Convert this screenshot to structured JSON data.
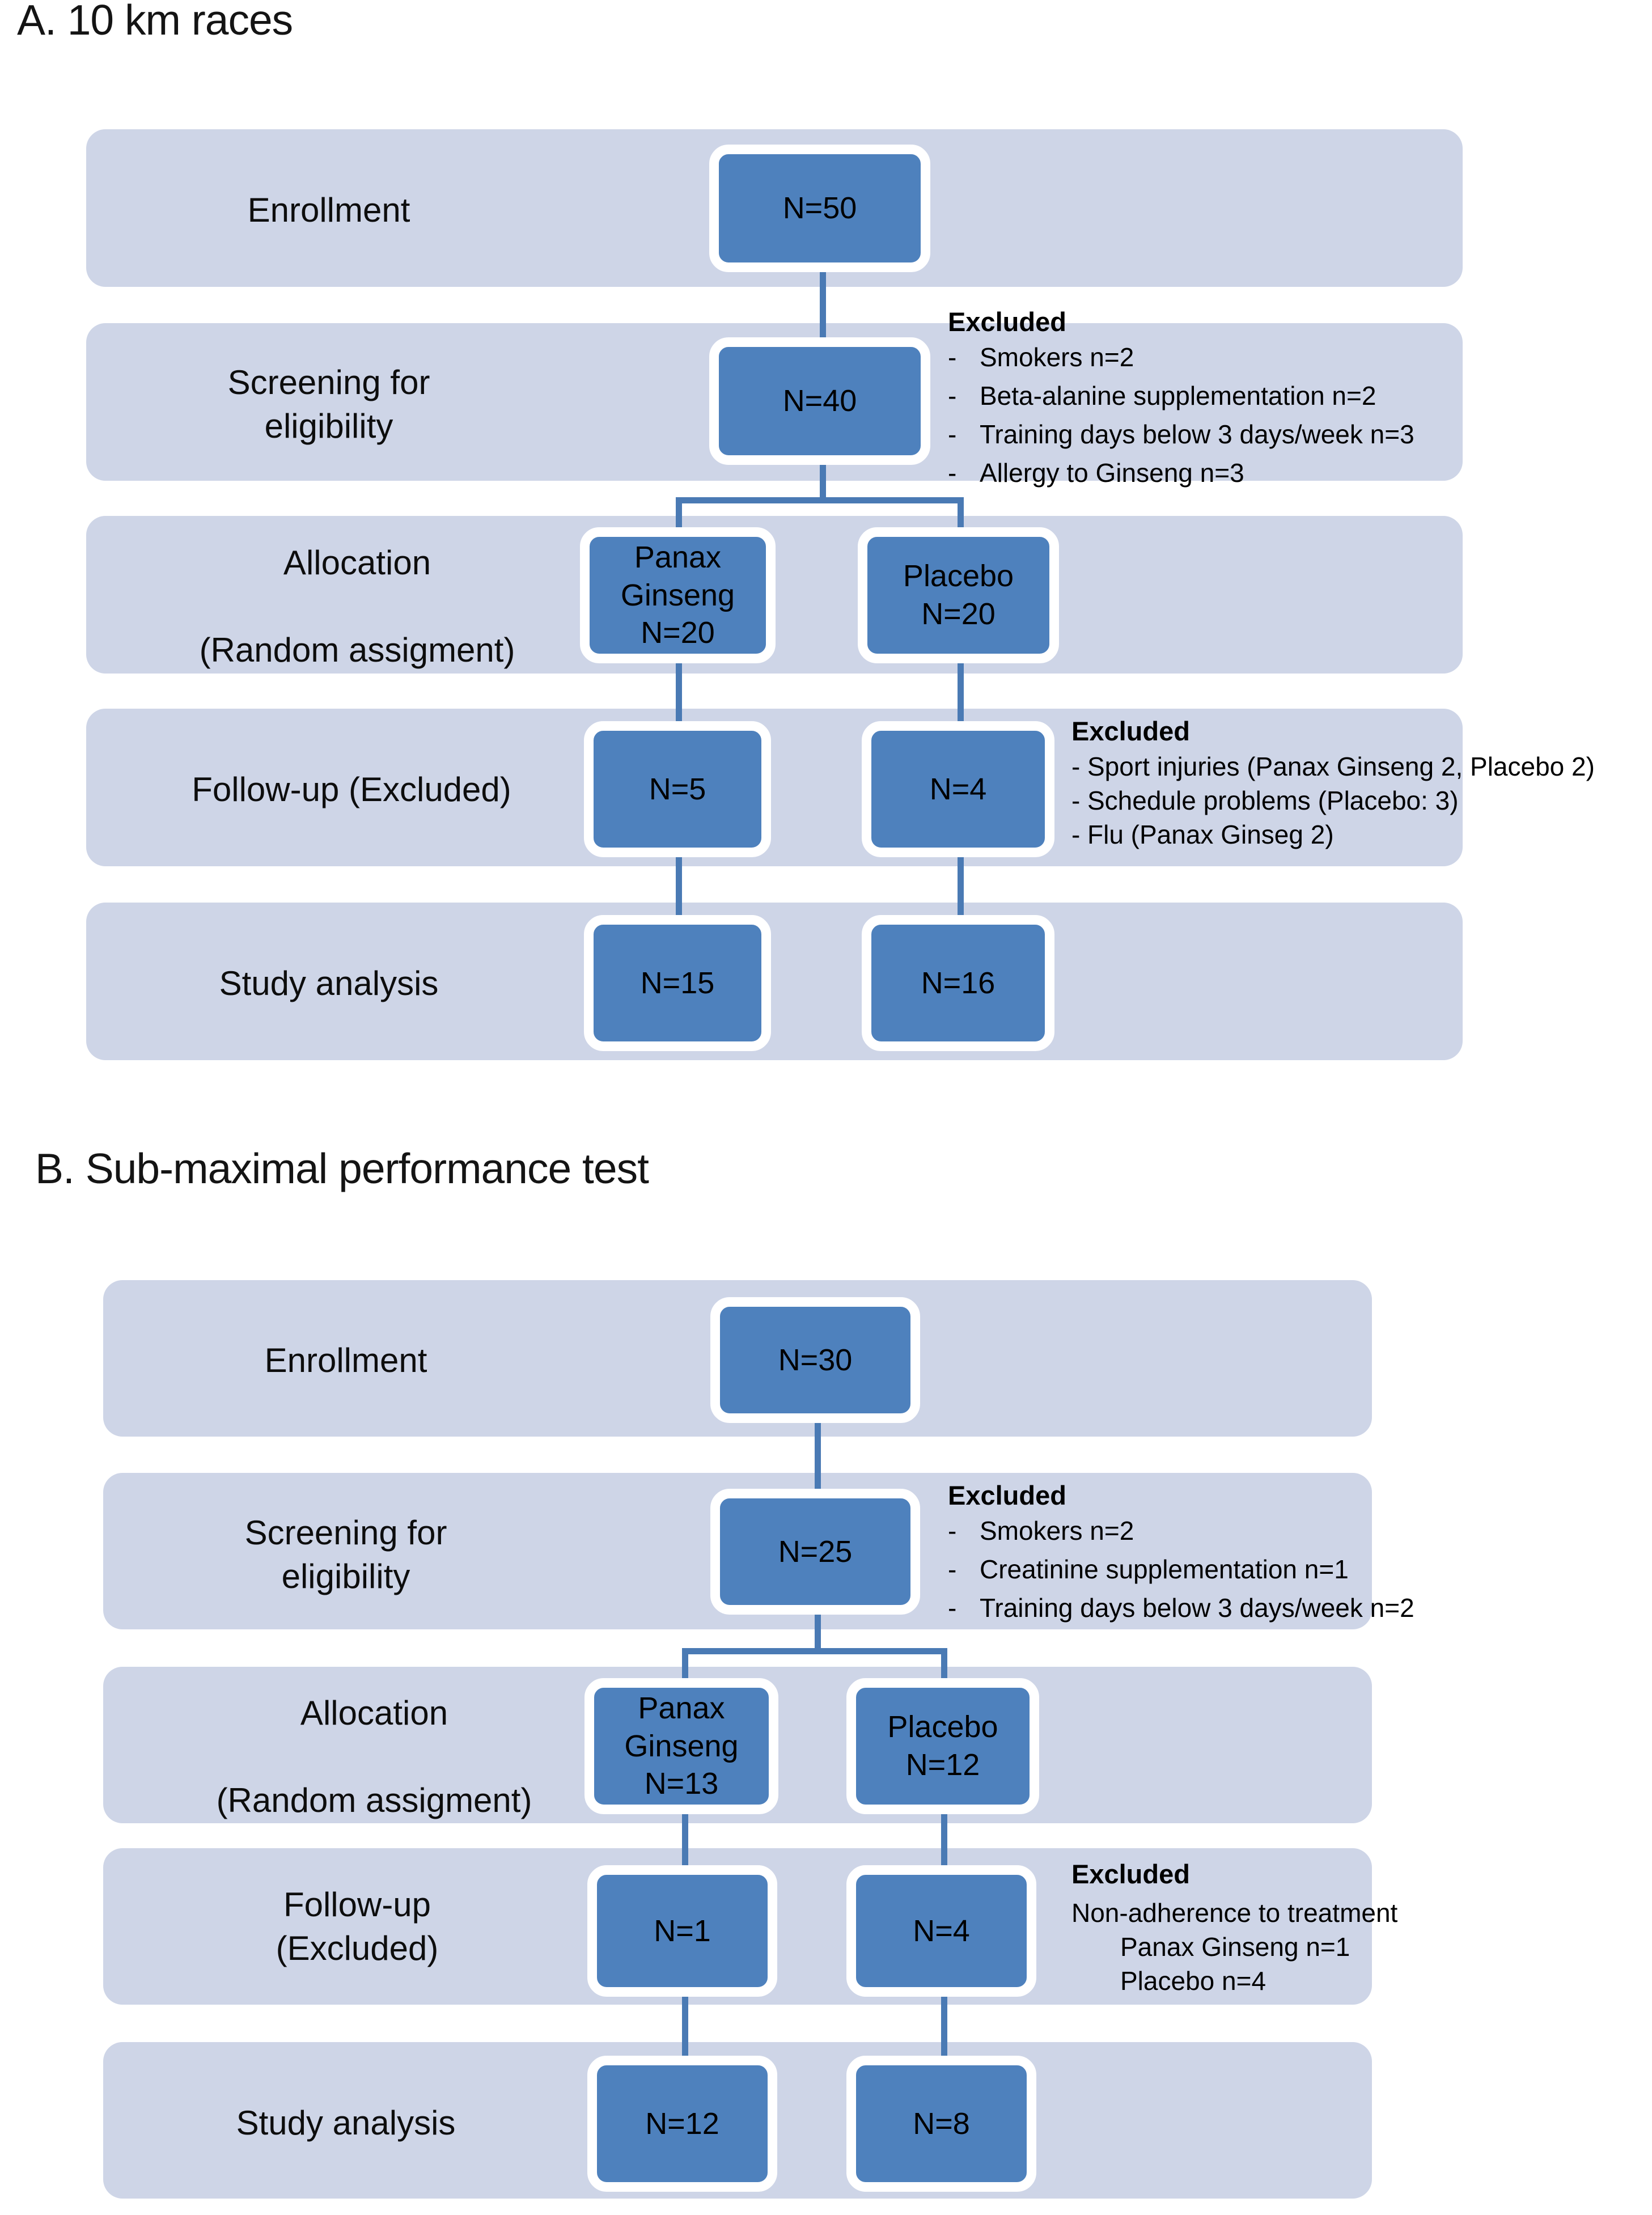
{
  "panels": [
    {
      "title": "A. 10 km races",
      "stages": [
        {
          "label": "Enrollment"
        },
        {
          "label": "Screening for\neligibility"
        },
        {
          "label": "Allocation\n\n(Random assigment)"
        },
        {
          "label": "Follow-up (Excluded)"
        },
        {
          "label": "Study analysis"
        }
      ],
      "nodes": {
        "enrollment": "N=50",
        "screening": "N=40",
        "alloc_treatment": "Panax\nGinseng\nN=20",
        "alloc_placebo": "Placebo\nN=20",
        "follow_treatment": "N=5",
        "follow_placebo": "N=4",
        "analysis_treatment": "N=15",
        "analysis_placebo": "N=16"
      },
      "excluded_screening": {
        "title": "Excluded",
        "items": [
          "Smokers n=2",
          "Beta-alanine supplementation n=2",
          "Training days below 3 days/week n=3",
          "Allergy to Ginseng n=3"
        ]
      },
      "excluded_followup": {
        "title": "Excluded",
        "items": [
          "Sport injuries (Panax Ginseng 2, Placebo 2)",
          "Schedule problems (Placebo: 3)",
          "Flu (Panax Ginseg 2)"
        ]
      }
    },
    {
      "title": "B. Sub-maximal performance test",
      "stages": [
        {
          "label": "Enrollment"
        },
        {
          "label": "Screening for\neligibility"
        },
        {
          "label": "Allocation\n\n(Random assigment)"
        },
        {
          "label": "Follow-up\n(Excluded)"
        },
        {
          "label": "Study analysis"
        }
      ],
      "nodes": {
        "enrollment": "N=30",
        "screening": "N=25",
        "alloc_treatment": "Panax\nGinseng\nN=13",
        "alloc_placebo": "Placebo\nN=12",
        "follow_treatment": "N=1",
        "follow_placebo": "N=4",
        "analysis_treatment": "N=12",
        "analysis_placebo": "N=8"
      },
      "excluded_screening": {
        "title": "Excluded",
        "items": [
          "Smokers n=2",
          "Creatinine supplementation n=1",
          "Training days below 3 days/week n=2"
        ]
      },
      "excluded_followup": {
        "title": "Excluded",
        "line1": "Non-adherence to treatment",
        "line2": "Panax Ginseng n=1",
        "line3": "Placebo n=4"
      }
    }
  ],
  "colors": {
    "node_fill": "#4e81bd",
    "band_fill": "#ced5e7",
    "connector": "#4a7ab4",
    "text": "#000000",
    "page_background": "#ffffff"
  }
}
